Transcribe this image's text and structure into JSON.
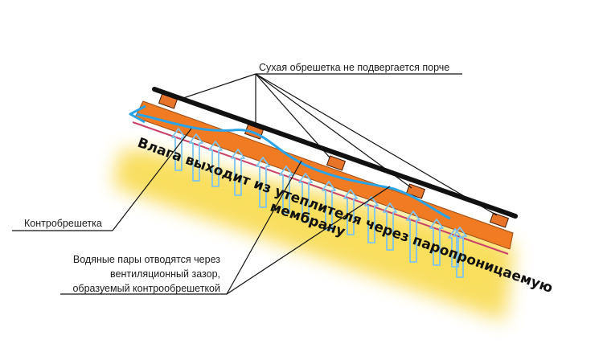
{
  "labels": {
    "top_callout": "Сухая обрешетка не подвергается порче",
    "counter_batten": "Контробрешетка",
    "vapor_line1": "Водяные пары отводятся через",
    "vapor_line2": "вентиляционный зазор,",
    "vapor_line3": "образуемый контрообрешеткой",
    "moisture_line1": "Влага выходит из утеплителя через паропроницаемую",
    "moisture_line2": "мембрану"
  },
  "colors": {
    "insulation": "#f7d640",
    "counter_batten": "#f07b22",
    "batten": "#e8742a",
    "membrane": "#c9426a",
    "airflow": "#2aa4e6",
    "roof_sheet": "#111111",
    "vapor_arrow": "#7cc4ef"
  },
  "icons": {
    "vapor": "up-arrow-icon",
    "airflow": "left-arrow-icon"
  }
}
